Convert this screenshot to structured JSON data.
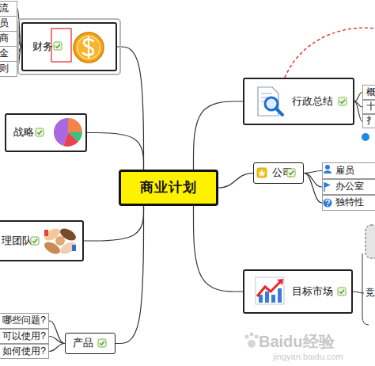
{
  "diagram": {
    "nodes": [
      {
        "text": [
          "商业计划"
        ]
      },
      {
        "text": [
          "财务"
        ]
      },
      {
        "text": [
          "流"
        ]
      },
      {
        "text": [
          "员"
        ]
      },
      {
        "text": [
          "商"
        ]
      },
      {
        "text": [
          "金"
        ]
      },
      {
        "text": [
          "则"
        ]
      },
      {
        "text": [
          "战略"
        ]
      },
      {
        "text": [
          "理团队"
        ]
      },
      {
        "text": [
          "产品"
        ]
      },
      {
        "text": [
          "哪些问题?"
        ]
      },
      {
        "text": [
          "可以使用?"
        ]
      },
      {
        "text": [
          "如何使用?"
        ]
      },
      {
        "text": [
          "行政总结"
        ]
      },
      {
        "text": [
          "概"
        ]
      },
      {
        "text": [
          "十"
        ]
      },
      {
        "text": [
          "扌"
        ]
      },
      {
        "text": [
          "公司"
        ]
      },
      {
        "text": [
          "雇员"
        ]
      },
      {
        "text": [
          "办公室"
        ]
      },
      {
        "text": [
          "独特性"
        ]
      },
      {
        "text": [
          "目标市场"
        ]
      },
      {
        "text": [
          "竞"
        ]
      }
    ],
    "edges": [
      {
        "from": 0,
        "to": 1,
        "arrow": "none"
      },
      {
        "from": 1,
        "to": 2,
        "arrow": "none"
      },
      {
        "from": 1,
        "to": 3,
        "arrow": "none"
      },
      {
        "from": 1,
        "to": 4,
        "arrow": "none"
      },
      {
        "from": 1,
        "to": 5,
        "arrow": "none"
      },
      {
        "from": 1,
        "to": 6,
        "arrow": "none"
      },
      {
        "from": 0,
        "to": 7,
        "arrow": "none"
      },
      {
        "from": 0,
        "to": 8,
        "arrow": "none"
      },
      {
        "from": 0,
        "to": 9,
        "arrow": "none"
      },
      {
        "from": 9,
        "to": 10,
        "arrow": "none"
      },
      {
        "from": 9,
        "to": 11,
        "arrow": "none"
      },
      {
        "from": 9,
        "to": 12,
        "arrow": "none"
      },
      {
        "from": 0,
        "to": 13,
        "arrow": "none"
      },
      {
        "from": 13,
        "to": 14,
        "arrow": "none"
      },
      {
        "from": 13,
        "to": 15,
        "arrow": "none"
      },
      {
        "from": 13,
        "to": 16,
        "arrow": "none"
      },
      {
        "from": 0,
        "to": 17,
        "arrow": "none"
      },
      {
        "from": 17,
        "to": 18,
        "arrow": "none"
      },
      {
        "from": 17,
        "to": 19,
        "arrow": "none"
      },
      {
        "from": 17,
        "to": 20,
        "arrow": "none"
      },
      {
        "from": 0,
        "to": 21,
        "arrow": "none"
      },
      {
        "from": 21,
        "to": 22,
        "arrow": "none"
      }
    ],
    "labels": [
      "Baidu经验",
      "jingyan.baidu.com"
    ]
  }
}
